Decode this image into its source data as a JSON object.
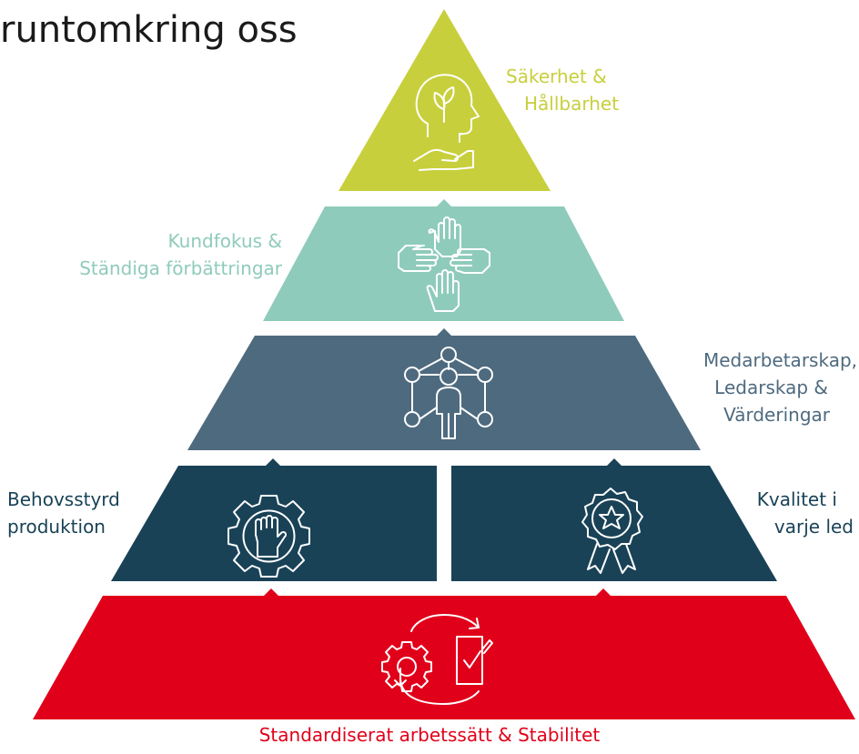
{
  "title": "runtomkring oss",
  "colors": {
    "top": "#c8cf3c",
    "second": "#8fcbbb",
    "third": "#4e6a7f",
    "fourth": "#194257",
    "base": "#e1001a"
  },
  "levels": {
    "top": {
      "label_lines": [
        "Säkerhet &",
        "Hållbarhet"
      ],
      "icon": "head-with-plant-icon"
    },
    "second": {
      "label_lines": [
        "Kundfokus &",
        "Ständiga förbättringar"
      ],
      "icon": "four-hands-icon"
    },
    "third": {
      "label_lines": [
        "Medarbetarskap,",
        "Ledarskap &",
        "Värderingar"
      ],
      "icon": "people-network-icon"
    },
    "fourth_left": {
      "label_lines": [
        "Behovsstyrd",
        "produktion"
      ],
      "icon": "gear-fist-icon"
    },
    "fourth_right": {
      "label_lines": [
        "Kvalitet i",
        "varje led"
      ],
      "icon": "award-badge-icon"
    },
    "base": {
      "label": "Standardiserat arbetssätt & Stabilitet",
      "icon": "gear-cycle-document-icon"
    }
  }
}
